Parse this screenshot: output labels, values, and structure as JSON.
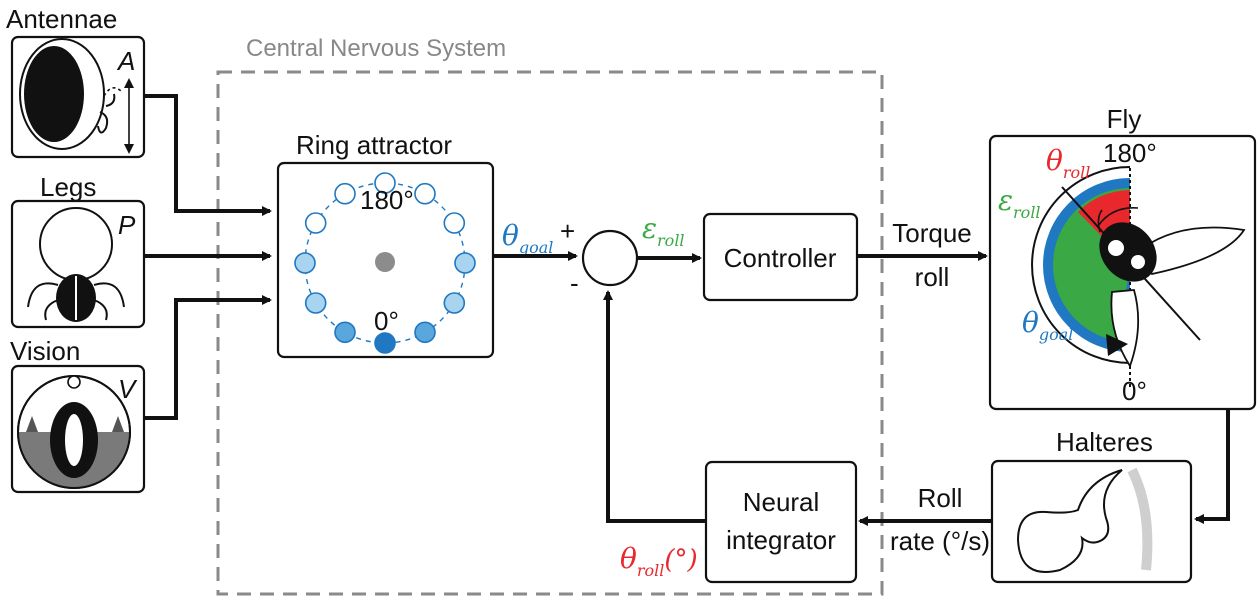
{
  "cns": {
    "title": "Central Nervous System"
  },
  "inputs": {
    "antennae": {
      "title": "Antennae",
      "letter": "A"
    },
    "legs": {
      "title": "Legs",
      "letter": "P"
    },
    "vision": {
      "title": "Vision",
      "letter": "V"
    }
  },
  "ring": {
    "title": "Ring attractor",
    "label_top": "180°",
    "label_bottom": "0°"
  },
  "signals": {
    "theta": "θ",
    "goal_sub": "goal",
    "epsilon": "ε",
    "roll_sub": "roll",
    "plus": "+",
    "minus": "-",
    "theta_roll_unit": "(°)"
  },
  "controller": {
    "label": "Controller"
  },
  "torque": {
    "line1": "Torque",
    "line2": "roll"
  },
  "fly": {
    "title": "Fly",
    "label_top": "180°",
    "label_bottom": "0°"
  },
  "halteres": {
    "title": "Halteres"
  },
  "roll_rate": {
    "line1": "Roll",
    "line2": "rate (°/s)"
  },
  "integrator": {
    "line1": "Neural",
    "line2": "integrator"
  },
  "colors": {
    "blue": "#1f78c1",
    "green": "#3aa845",
    "red": "#e8282d",
    "light_blue": "#a9d4ef",
    "mid_blue": "#5aa7dd",
    "dark_blue": "#1f78c1",
    "grey_dot": "#8c8c8c",
    "ground": "#7a7a7a"
  }
}
